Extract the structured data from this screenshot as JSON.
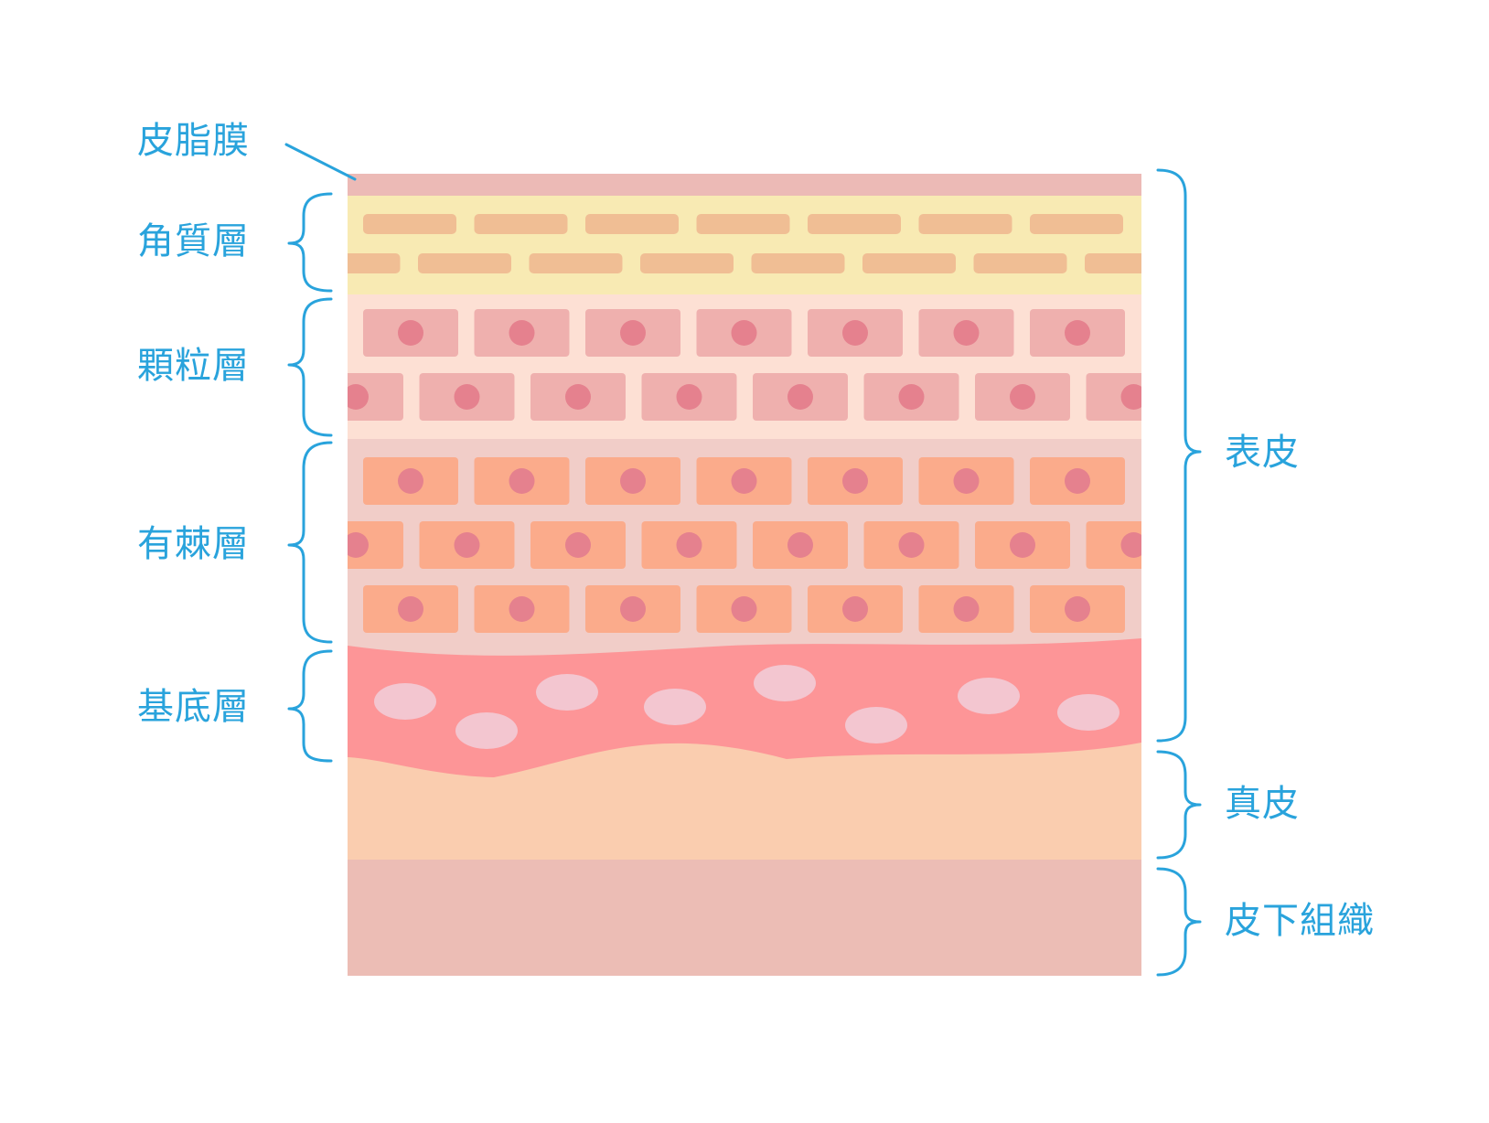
{
  "colors": {
    "label": "#29a3dc",
    "sebum": "#ecbab6",
    "corneum_bg": "#f8eab3",
    "corneum_cell": "#f0be94",
    "granular_bg": "#fde0d4",
    "granular_cell": "#efb0ae",
    "spinous_bg": "#f1cdc8",
    "spinous_cell": "#fbab8b",
    "nucleus": "#e5818e",
    "basal_bg": "#fd9597",
    "basal_cell": "#f3c6d0",
    "dermis": "#facdaf",
    "subcutis": "#ecbdb5",
    "background": "#ffffff"
  },
  "layers_left": {
    "sebum": "皮脂膜",
    "corneum": "角質層",
    "granular": "顆粒層",
    "spinous": "有棘層",
    "basal": "基底層"
  },
  "layers_right": {
    "epidermis": "表皮",
    "dermis": "真皮",
    "subcutis": "皮下組織"
  }
}
